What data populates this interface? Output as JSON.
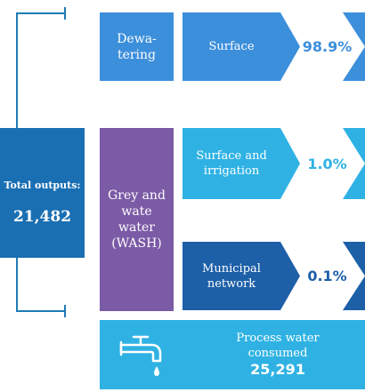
{
  "total": {
    "label": "Total outputs:",
    "value": "21,482"
  },
  "dewatering": {
    "label": "Dewa-\ntering"
  },
  "grey": {
    "label": "Grey and wate water (WASH)"
  },
  "destinations": [
    {
      "label": "Surface",
      "value": "98.9%"
    },
    {
      "label": "Surface and irrigation",
      "value": "1.0%"
    },
    {
      "label": "Municipal network",
      "value": "0.1%"
    }
  ],
  "process": {
    "label": "Process water consumed",
    "value": "25,291",
    "icon": "water-tap-icon"
  },
  "colors": {
    "connector": "#1e7bb8",
    "total_box": "#1a6fb3",
    "dewatering": "#3c8fdb",
    "grey_water": "#7b5aa6",
    "surface_irrigation": "#2fb2e3",
    "municipal": "#1d60a8"
  }
}
